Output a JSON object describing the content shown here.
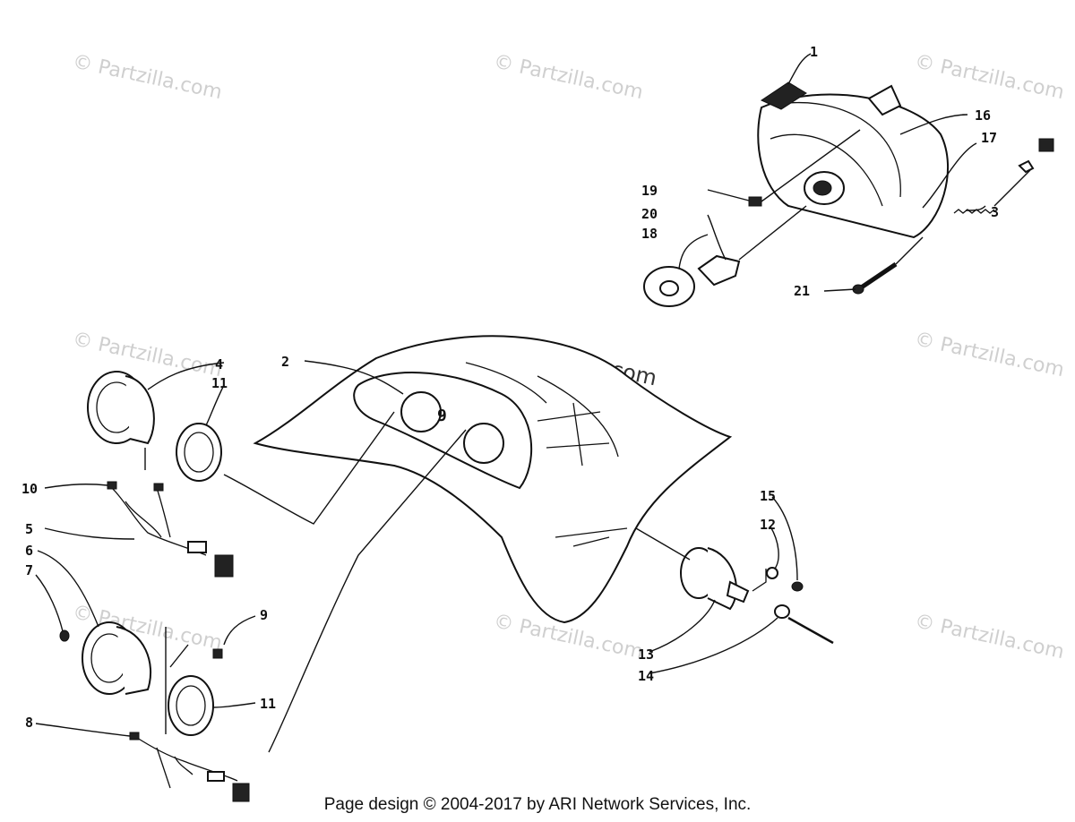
{
  "watermark": "© Partzilla.com",
  "footer": "Page design © 2004-2017 by ARI Network Services, Inc.",
  "callouts": {
    "c1": "1",
    "c2": "2",
    "c3": "3",
    "c4": "4",
    "c5": "5",
    "c6": "6",
    "c7": "7",
    "c8": "8",
    "c9": "9",
    "c10": "10",
    "c11a": "11",
    "c11b": "11",
    "c12": "12",
    "c13": "13",
    "c14": "14",
    "c15": "15",
    "c16": "16",
    "c17": "17",
    "c18": "18",
    "c19": "19",
    "c20": "20",
    "c21": "21"
  }
}
